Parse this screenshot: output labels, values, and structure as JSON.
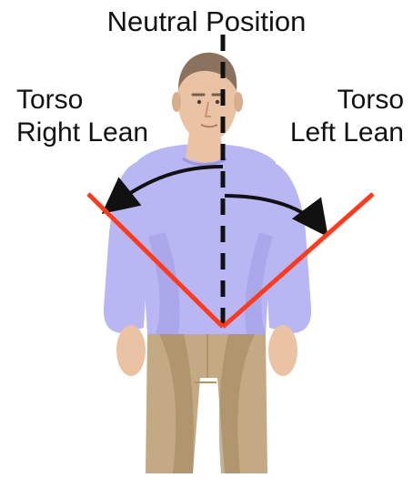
{
  "diagram": {
    "title": "Neutral Position",
    "right_lean": {
      "line1": "Torso",
      "line2": "Right Lean"
    },
    "left_lean": {
      "line1": "Torso",
      "line2": "Left Lean"
    }
  },
  "colors": {
    "background": "#ffffff",
    "shirt": "#b9b6f4",
    "shirt_shadow": "#9a97df",
    "skin": "#eac3a4",
    "skin_shadow": "#cf9f7c",
    "hair": "#8a725f",
    "pants": "#c4aa84",
    "pants_shadow": "#a68a62",
    "lean_lines": "#ff3b1f",
    "guide_lines": "#111111"
  },
  "icons": {
    "figure": "human-figure-illustration",
    "axis": "dashed-vertical-axis",
    "right_arrow": "arrow-curved-left",
    "left_arrow": "arrow-curved-right"
  }
}
